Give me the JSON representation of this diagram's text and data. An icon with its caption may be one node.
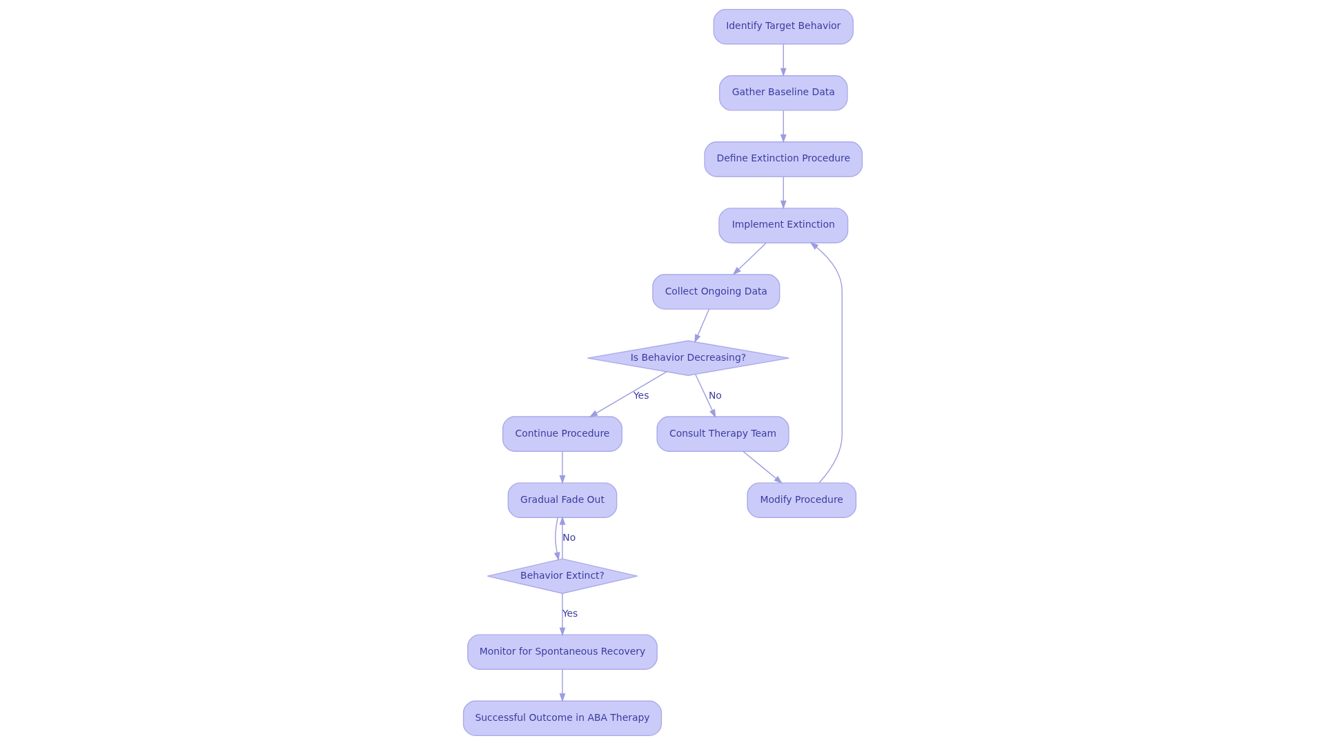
{
  "diagram": {
    "nodes": [
      {
        "text": [
          "Identify Target Behavior"
        ]
      },
      {
        "text": [
          "Gather Baseline Data"
        ]
      },
      {
        "text": [
          "Define Extinction Procedure"
        ]
      },
      {
        "text": [
          "Implement Extinction"
        ]
      },
      {
        "text": [
          "Collect Ongoing Data"
        ]
      },
      {
        "text": [
          "Is Behavior Decreasing?"
        ]
      },
      {
        "text": [
          "Continue Procedure"
        ]
      },
      {
        "text": [
          "Consult Therapy Team"
        ]
      },
      {
        "text": [
          "Modify Procedure"
        ]
      },
      {
        "text": [
          "Gradual Fade Out"
        ]
      },
      {
        "text": [
          "Behavior Extinct?"
        ]
      },
      {
        "text": [
          "Monitor for Spontaneous Recovery"
        ]
      },
      {
        "text": [
          "Successful Outcome in ABA Therapy"
        ]
      }
    ],
    "edges": [
      {
        "from": 0,
        "to": 1,
        "arrow": "to"
      },
      {
        "from": 1,
        "to": 2,
        "arrow": "to"
      },
      {
        "from": 2,
        "to": 3,
        "arrow": "to"
      },
      {
        "from": 3,
        "to": 4,
        "arrow": "to"
      },
      {
        "from": 4,
        "to": 5,
        "arrow": "to"
      },
      {
        "from": 5,
        "to": 6,
        "arrow": "to",
        "label": "Yes"
      },
      {
        "from": 5,
        "to": 7,
        "arrow": "to",
        "label": "No"
      },
      {
        "from": 6,
        "to": 9,
        "arrow": "to"
      },
      {
        "from": 7,
        "to": 8,
        "arrow": "to"
      },
      {
        "from": 8,
        "to": 3,
        "arrow": "to"
      },
      {
        "from": 9,
        "to": 10,
        "arrow": "to"
      },
      {
        "from": 10,
        "to": 9,
        "arrow": "to",
        "label": "No"
      },
      {
        "from": 10,
        "to": 11,
        "arrow": "to",
        "label": "Yes"
      },
      {
        "from": 11,
        "to": 12,
        "arrow": "to"
      }
    ]
  }
}
